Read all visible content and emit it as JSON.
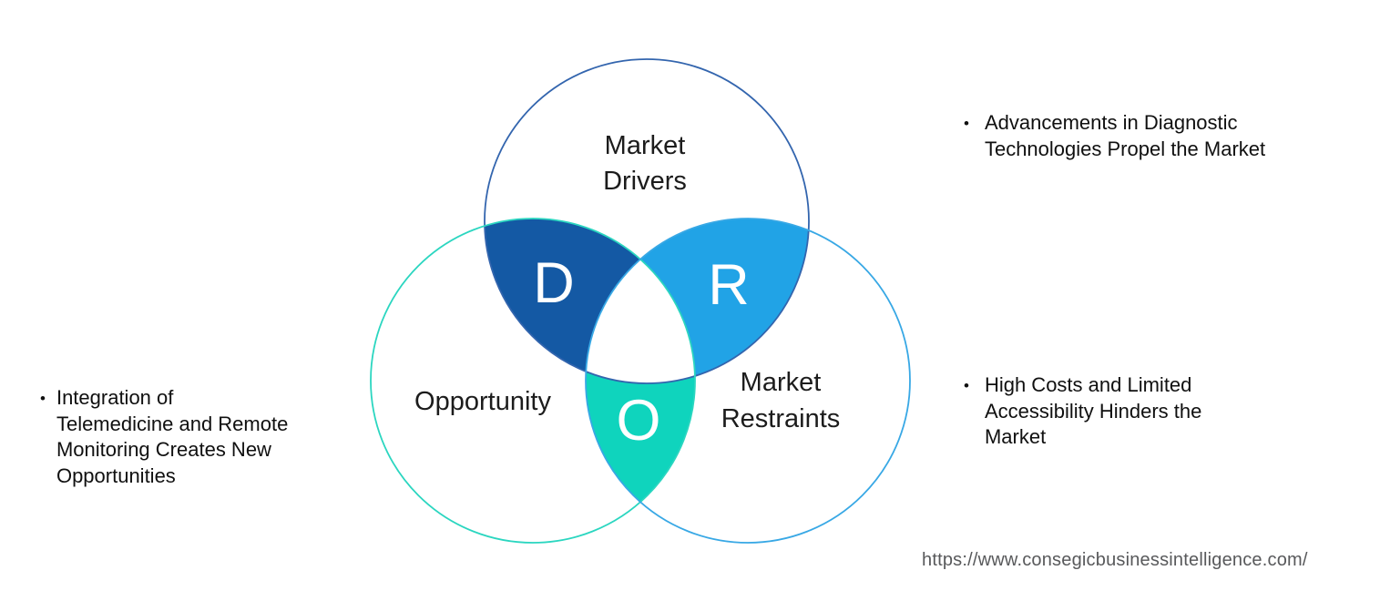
{
  "colors": {
    "drivers_stroke": "#3365AE",
    "opportunity_stroke": "#2BD6C0",
    "restraints_stroke": "#38A8E5",
    "d_fill": "#1459A4",
    "r_fill": "#21A3E6",
    "o_fill": "#0FD4BD",
    "letter_color": "#FFFFFF",
    "venn_label_color": "#1C1C1C",
    "bullet_text_color": "#101010",
    "url_color": "#58595B"
  },
  "venn": {
    "drivers": {
      "label": "Market\nDrivers",
      "letter": "D"
    },
    "restraints": {
      "label": "Market\nRestraints",
      "letter": "R"
    },
    "opportunity": {
      "label": "Opportunity",
      "letter": "O"
    }
  },
  "bullets": {
    "left": {
      "marker": "•",
      "text": "Integration of\nTelemedicine and Remote\nMonitoring Creates New\nOpportunities"
    },
    "right_top": {
      "marker": "•",
      "text": "Advancements in Diagnostic\nTechnologies Propel the Market"
    },
    "right_bottom": {
      "marker": "•",
      "text": "High Costs and Limited\nAccessibility Hinders the\nMarket"
    }
  },
  "footer": {
    "url": "https://www.consegicbusinessintelligence.com/"
  }
}
